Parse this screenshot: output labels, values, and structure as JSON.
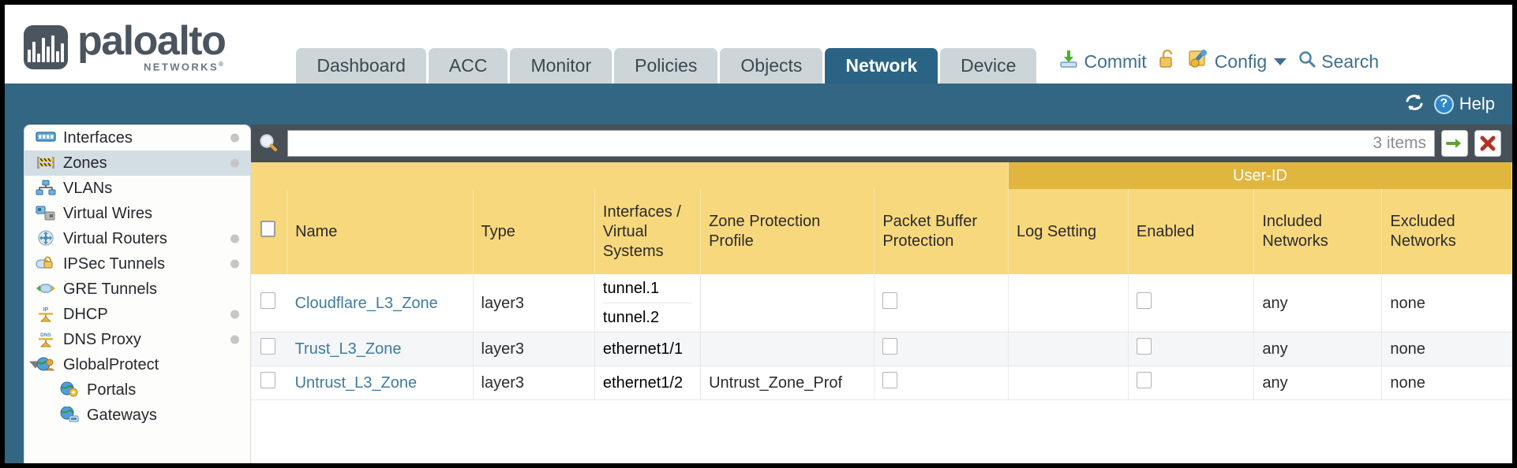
{
  "header": {
    "logo": {
      "brand": "paloalto",
      "sub": "NETWORKS",
      "reg": "®"
    },
    "tabs": [
      {
        "label": "Dashboard",
        "active": false
      },
      {
        "label": "ACC",
        "active": false
      },
      {
        "label": "Monitor",
        "active": false
      },
      {
        "label": "Policies",
        "active": false
      },
      {
        "label": "Objects",
        "active": false
      },
      {
        "label": "Network",
        "active": true
      },
      {
        "label": "Device",
        "active": false
      }
    ],
    "actions": {
      "commit": "Commit",
      "config": "Config",
      "search": "Search"
    }
  },
  "toolbar": {
    "help": "Help"
  },
  "sidebar": {
    "items": [
      {
        "label": "Interfaces",
        "icon": "interfaces-icon",
        "selected": false,
        "dot": true,
        "child": false,
        "expander": false
      },
      {
        "label": "Zones",
        "icon": "zones-icon",
        "selected": true,
        "dot": true,
        "child": false,
        "expander": false
      },
      {
        "label": "VLANs",
        "icon": "vlans-icon",
        "selected": false,
        "dot": false,
        "child": false,
        "expander": false
      },
      {
        "label": "Virtual Wires",
        "icon": "virtual-wires-icon",
        "selected": false,
        "dot": false,
        "child": false,
        "expander": false
      },
      {
        "label": "Virtual Routers",
        "icon": "virtual-routers-icon",
        "selected": false,
        "dot": true,
        "child": false,
        "expander": false
      },
      {
        "label": "IPSec Tunnels",
        "icon": "ipsec-tunnels-icon",
        "selected": false,
        "dot": true,
        "child": false,
        "expander": false
      },
      {
        "label": "GRE Tunnels",
        "icon": "gre-tunnels-icon",
        "selected": false,
        "dot": false,
        "child": false,
        "expander": false
      },
      {
        "label": "DHCP",
        "icon": "dhcp-icon",
        "selected": false,
        "dot": true,
        "child": false,
        "expander": false
      },
      {
        "label": "DNS Proxy",
        "icon": "dns-proxy-icon",
        "selected": false,
        "dot": true,
        "child": false,
        "expander": false
      },
      {
        "label": "GlobalProtect",
        "icon": "globalprotect-icon",
        "selected": false,
        "dot": false,
        "child": false,
        "expander": true
      },
      {
        "label": "Portals",
        "icon": "portals-icon",
        "selected": false,
        "dot": false,
        "child": true,
        "expander": false
      },
      {
        "label": "Gateways",
        "icon": "gateways-icon",
        "selected": false,
        "dot": false,
        "child": true,
        "expander": false
      }
    ]
  },
  "search": {
    "value": "",
    "placeholder": "",
    "items_count": "3 items",
    "apply_label": "→",
    "clear_label": "✖"
  },
  "table": {
    "group_header": "User-ID",
    "columns": [
      "Name",
      "Type",
      "Interfaces / Virtual Systems",
      "Zone Protection Profile",
      "Packet Buffer Protection",
      "Log Setting",
      "Enabled",
      "Included Networks",
      "Excluded Networks"
    ],
    "rows": [
      {
        "selected": false,
        "name": "Cloudflare_L3_Zone",
        "type": "layer3",
        "interfaces": [
          "tunnel.1",
          "tunnel.2"
        ],
        "zone_protection_profile": "",
        "packet_buffer_protection": false,
        "log_setting": "",
        "userid_enabled": false,
        "included_networks": "any",
        "excluded_networks": "none"
      },
      {
        "selected": false,
        "name": "Trust_L3_Zone",
        "type": "layer3",
        "interfaces": [
          "ethernet1/1"
        ],
        "zone_protection_profile": "",
        "packet_buffer_protection": false,
        "log_setting": "",
        "userid_enabled": false,
        "included_networks": "any",
        "excluded_networks": "none"
      },
      {
        "selected": false,
        "name": "Untrust_L3_Zone",
        "type": "layer3",
        "interfaces": [
          "ethernet1/2"
        ],
        "zone_protection_profile": "Untrust_Zone_Prof",
        "packet_buffer_protection": false,
        "log_setting": "",
        "userid_enabled": false,
        "included_networks": "any",
        "excluded_networks": "none"
      }
    ]
  },
  "colors": {
    "chrome_blue": "#336683",
    "active_tab": "#2b6384",
    "header_gold": "#f8d87d",
    "group_gold": "#e0b63f",
    "link": "#3f7b9e"
  }
}
